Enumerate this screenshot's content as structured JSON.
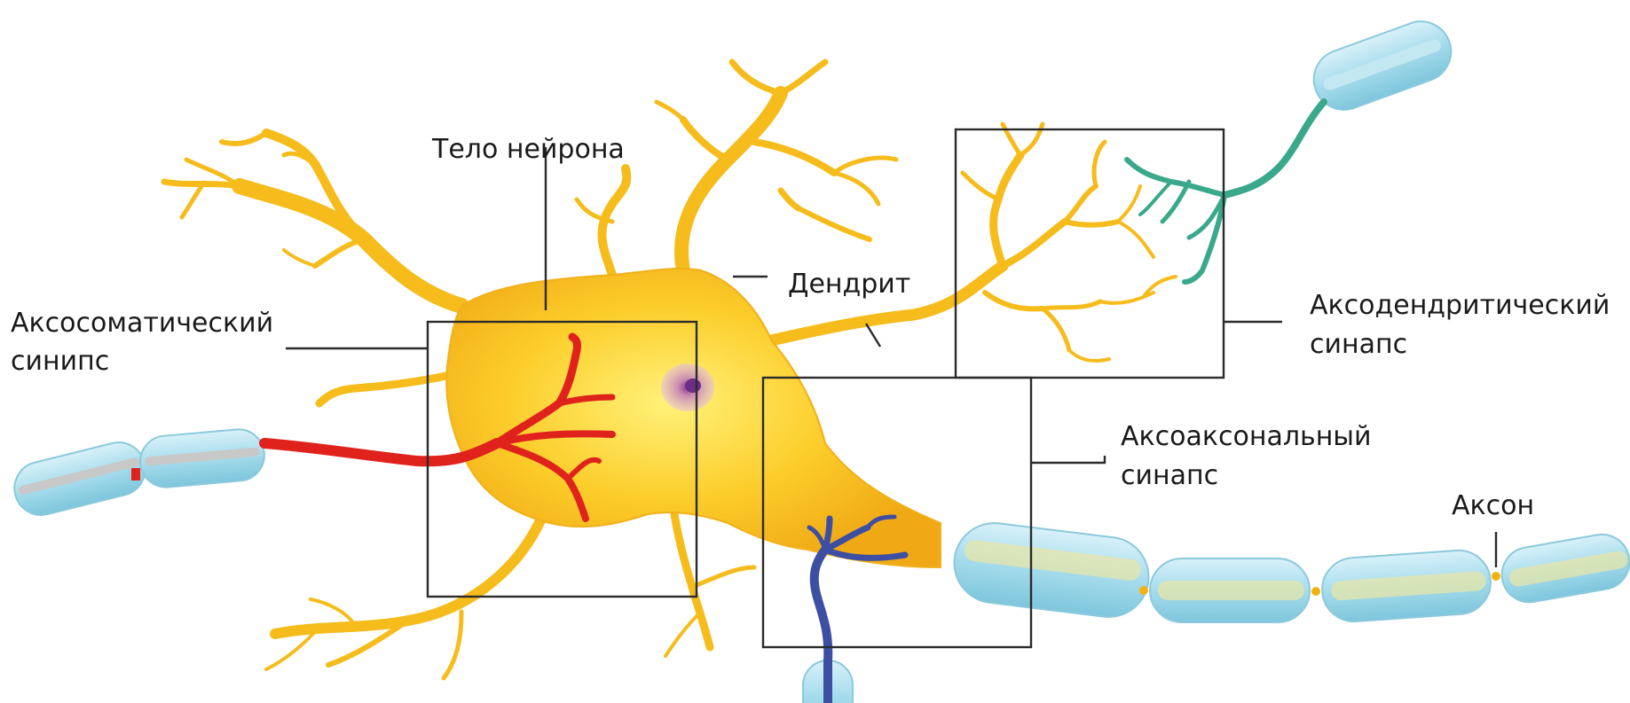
{
  "labels": {
    "cell_body": "Тело нейрона",
    "dendrite": "Дендрит",
    "axosomatic_line1": "Аксосоматический",
    "axosomatic_line2": "синипс",
    "axodendritic_line1": "Аксодендритический",
    "axodendritic_line2": "синапс",
    "axoaxonal_line1": "Аксоаксональный",
    "axoaxonal_line2": "синапс",
    "axon": "Аксон"
  },
  "colors": {
    "neuron": "#f7c21c",
    "neuron_highlight": "#ffe066",
    "myelin": "#a6dcec",
    "axosomatic_terminal": "#e0221d",
    "axodendritic_terminal": "#3aa88a",
    "axoaxonal_terminal": "#3d4fa3",
    "nucleus": "#c98ab0"
  }
}
